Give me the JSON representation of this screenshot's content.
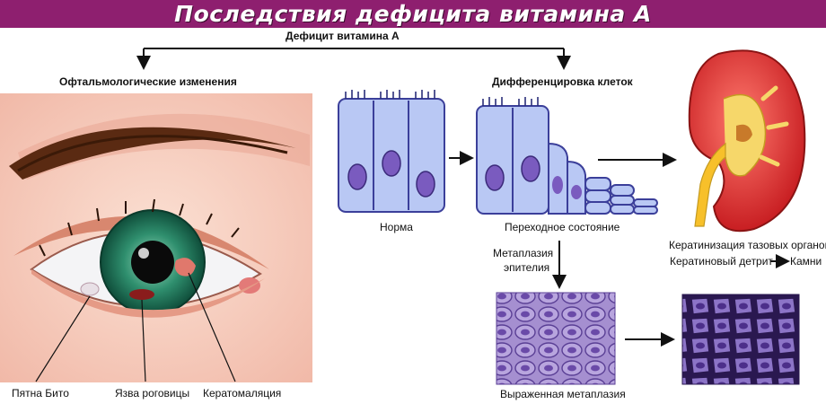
{
  "title": "Последствия дефицита витамина А",
  "diagram": {
    "root": "Дефицит витамина А",
    "branches": {
      "eye": "Офтальмологические изменения",
      "cells": "Дифференцировка клеток"
    },
    "stages": {
      "normal": "Норма",
      "transition": "Переходное состояние",
      "metaplasia_line1": "Метаплазия",
      "metaplasia_line2": "эпителия",
      "severe": "Выраженная метаплазия"
    },
    "kidney": {
      "line1": "Кератинизация тазовых органов",
      "line2_left": "Кератиновый детрит",
      "line2_right": "Камни"
    },
    "eye_labels": {
      "bitot": "Пятна Бито",
      "ulcer": "Язва роговицы",
      "keratomalacia": "Кератомаляция"
    }
  },
  "colors": {
    "banner": "#8e1f6f",
    "cell": "#b9c8f4",
    "nucleus": "#7a5bbf",
    "tissue": "#9c86c9",
    "kidney": "#e83a3a",
    "iris": "#2f8f6e"
  }
}
